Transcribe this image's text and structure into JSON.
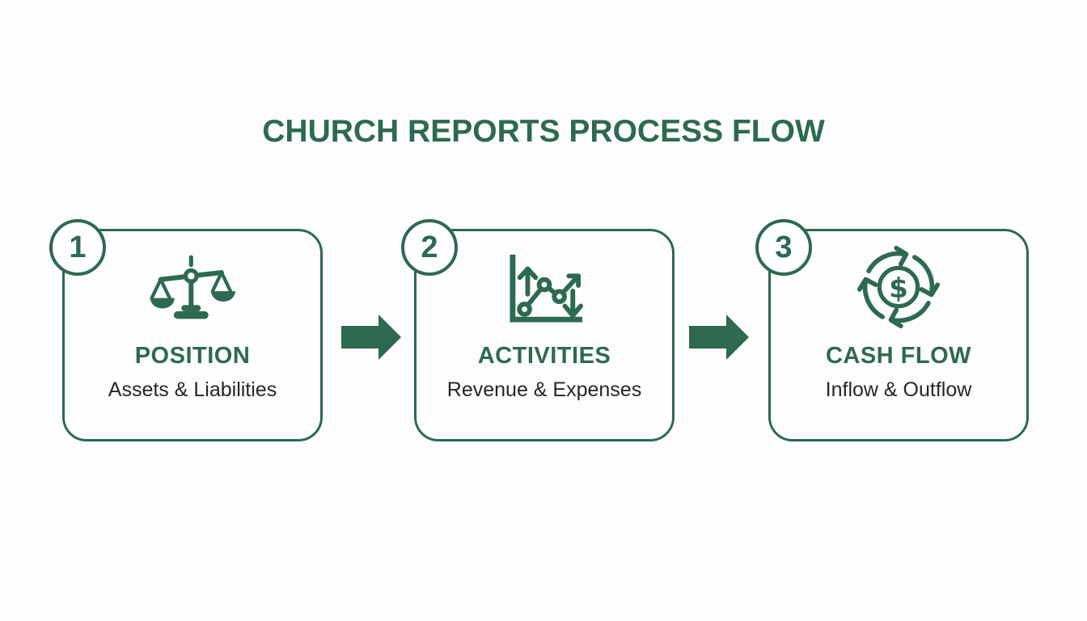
{
  "title": "CHURCH REPORTS PROCESS FLOW",
  "colors": {
    "green": "#2d6a4f",
    "dark_text": "#262626",
    "background": "#fdfdfd"
  },
  "icons": {
    "dollar_glyph": "$"
  },
  "steps": [
    {
      "number": "1",
      "icon": "balance-scale-icon",
      "label": "POSITION",
      "sublabel": "Assets & Liabilities"
    },
    {
      "number": "2",
      "icon": "trend-chart-icon",
      "label": "ACTIVITIES",
      "sublabel": "Revenue & Expenses"
    },
    {
      "number": "3",
      "icon": "cash-cycle-icon",
      "label": "CASH FLOW",
      "sublabel": "Inflow & Outflow"
    }
  ],
  "connectors": [
    {
      "icon": "arrow-right-icon"
    },
    {
      "icon": "arrow-right-icon"
    }
  ]
}
